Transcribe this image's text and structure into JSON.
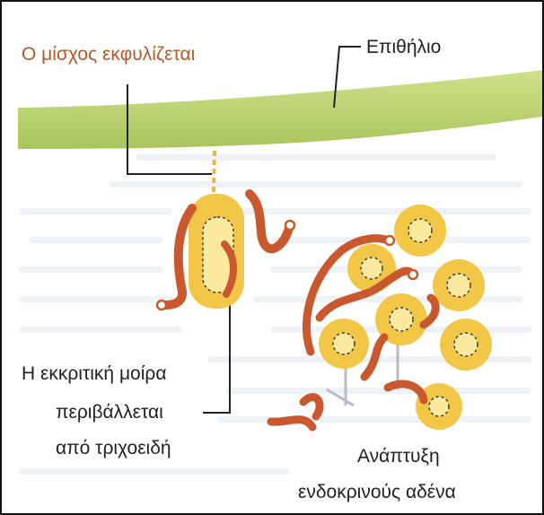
{
  "labels": {
    "shed": "Ο μίσχος εκφυλίζεται",
    "epithelium": "Επιθήλιο",
    "secretory_line1": "Η εκκριτική μοίρα",
    "secretory_line2": "περιβάλλεται",
    "secretory_line3": "από τριχοειδή",
    "endocrine_line1": "Ανάπτυξη",
    "endocrine_line2": "ενδοκρινούς αδένα"
  },
  "colors": {
    "epithelium": "#b8cf6a",
    "cell_fill": "#f2c646",
    "cell_inner": "#fbe9a0",
    "capillary": "#c9582e",
    "leader_line": "#222222",
    "background_text": "#eef1f5",
    "shed_label": "#b35a2a",
    "arrow": "#b9b9c8"
  }
}
